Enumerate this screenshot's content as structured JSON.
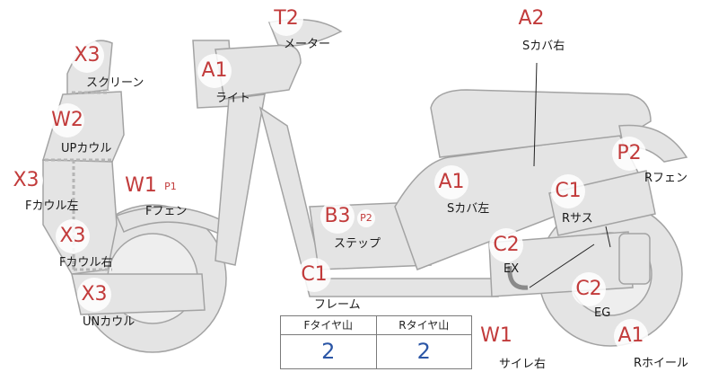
{
  "parts": [
    {
      "id": "meter",
      "grade": "T2",
      "label": "メーター"
    },
    {
      "id": "s-cover-right",
      "grade": "A2",
      "label": "Sカバ右"
    },
    {
      "id": "screen",
      "grade": "X3",
      "label": "スクリーン"
    },
    {
      "id": "light",
      "grade": "A1",
      "label": "ライト"
    },
    {
      "id": "up-cowl",
      "grade": "W2",
      "label": "UPカウル"
    },
    {
      "id": "f-cowl-left",
      "grade": "X3",
      "label": "Fカウル左"
    },
    {
      "id": "f-fender",
      "grade": "W1",
      "sub": "P1",
      "label": "Fフェン"
    },
    {
      "id": "f-cowl-right",
      "grade": "X3",
      "label": "Fカウル右"
    },
    {
      "id": "un-cowl",
      "grade": "X3",
      "label": "UNカウル"
    },
    {
      "id": "step",
      "grade": "B3",
      "sub": "P2",
      "label": "ステップ"
    },
    {
      "id": "s-cover-left",
      "grade": "A1",
      "label": "Sカバ左"
    },
    {
      "id": "frame",
      "grade": "C1",
      "label": "フレーム"
    },
    {
      "id": "r-fender",
      "grade": "P2",
      "label": "Rフェン"
    },
    {
      "id": "r-suspension",
      "grade": "C1",
      "label": "Rサス"
    },
    {
      "id": "exhaust",
      "grade": "C2",
      "label": "EX"
    },
    {
      "id": "engine",
      "grade": "C2",
      "label": "EG"
    },
    {
      "id": "muffler-right",
      "grade": "W1",
      "label": "サイレ右"
    },
    {
      "id": "r-wheel",
      "grade": "A1",
      "label": "Rホイール"
    }
  ],
  "tread": {
    "front_label": "Fタイヤ山",
    "rear_label": "Rタイヤ山",
    "front_value": "2",
    "rear_value": "2"
  },
  "colors": {
    "grade": "#c23b3b",
    "value": "#2b56a6",
    "body_fill": "#e4e4e4",
    "body_stroke": "#9a9a9a"
  }
}
